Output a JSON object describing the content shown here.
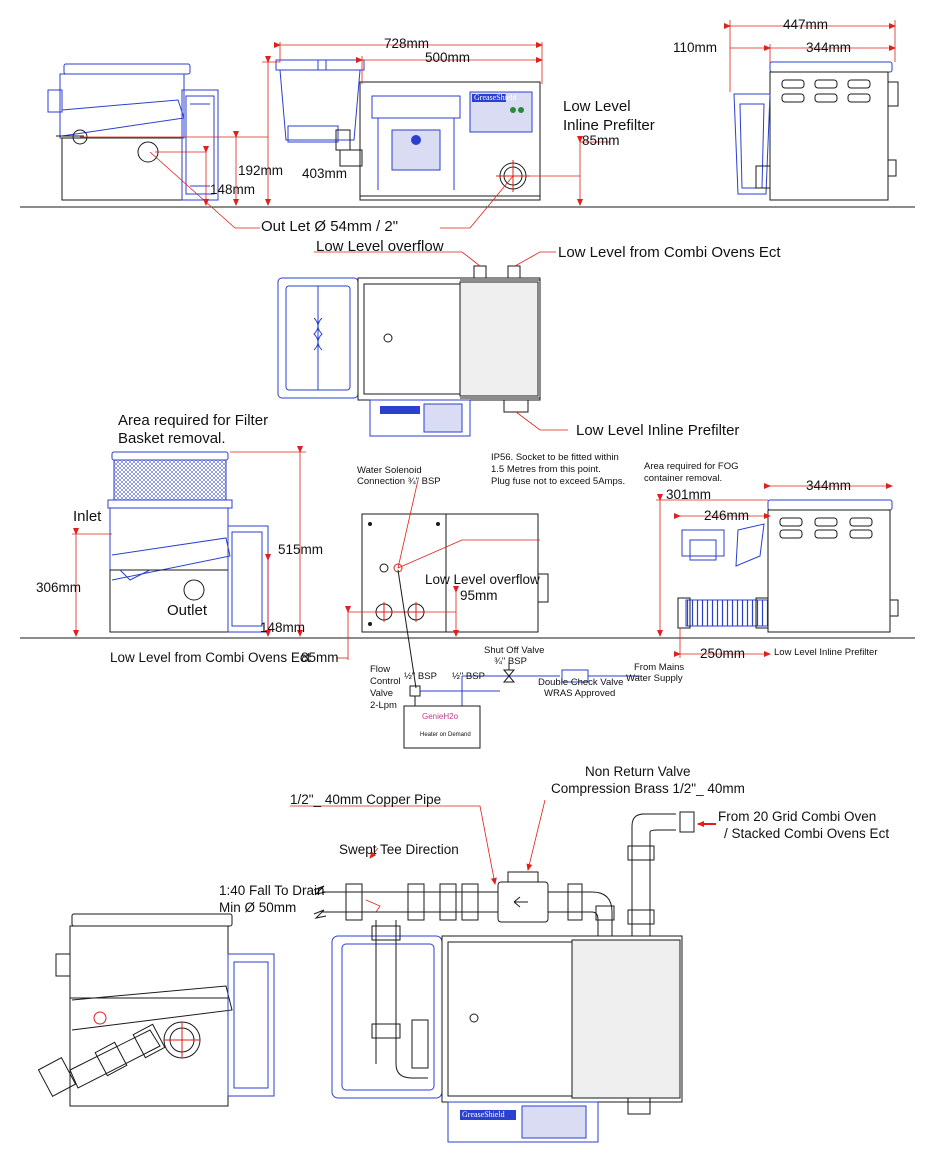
{
  "colors": {
    "ink": "#1a1a1a",
    "blue": "#2b3fd1",
    "red": "#e0201a",
    "plate": "#d9dcf2",
    "grey": "#9a9a9a"
  },
  "top": {
    "dim_728": "728mm",
    "dim_500": "500mm",
    "dim_447": "447mm",
    "dim_110": "110mm",
    "dim_344": "344mm",
    "dim_192": "192mm",
    "dim_148": "148mm",
    "dim_403": "403mm",
    "dim_85": "85mm",
    "prefilter_line1": "Low Level",
    "prefilter_line2": "Inline Prefilter",
    "outlet": "Out Let Ø  54mm / 2\"",
    "brand": "GreaseShield"
  },
  "plan": {
    "overflow": "Low Level overflow",
    "combi": "Low Level from Combi Ovens Ect",
    "prefilter": "Low Level Inline Prefilter"
  },
  "side": {
    "area_line1": "Area required for Filter",
    "area_line2": "Basket   removal.",
    "inlet": "Inlet",
    "dim_306": "306mm",
    "dim_515": "515mm",
    "outlet": "Outlet",
    "dim_148": "148mm",
    "combi": "Low Level from Combi Ovens Ect",
    "dim_85": "85mm"
  },
  "rear": {
    "solenoid_line1": "Water Solenoid",
    "solenoid_line2": "Connection ¾\" BSP",
    "ip_line1": "IP56. Socket to be fitted within",
    "ip_line2": "1.5 Metres from this point.",
    "ip_line3": "Plug fuse not to exceed 5Amps.",
    "overflow": "Low Level overflow",
    "dim_95": "95mm"
  },
  "fog": {
    "area_line1": "Area required for FOG",
    "area_line2": "container removal.",
    "dim_301": "301mm",
    "dim_344": "344mm",
    "dim_246": "246mm",
    "dim_250": "250mm",
    "prefilter": "Low Level Inline Prefilter"
  },
  "plumbing": {
    "flow_line1": "Flow",
    "flow_line2": "Control",
    "flow_line3": "Valve",
    "flow_line4": "2-Lpm",
    "bsp_half_a": "½\" BSP",
    "bsp_half_b": "½\" BSP",
    "shutoff_line1": "Shut Off Valve",
    "shutoff_line2": "¾\" BSP",
    "check_line1": "Double Check Valve",
    "check_line2": "WRAS Approved",
    "mains_line1": "From Mains",
    "mains_line2": "Water Supply",
    "heater_brand": "GenieH2o",
    "heater_caption": "Heater on Demand"
  },
  "bottom": {
    "copper": "1/2\"_ 40mm  Copper Pipe",
    "nrv_line1": "Non Return Valve",
    "nrv_line2": "Compression Brass 1/2\"_ 40mm",
    "combi_line1": "From 20 Grid Combi Oven",
    "combi_line2": "/ Stacked Combi Ovens Ect",
    "swept": "Swept Tee Direction",
    "fall_line1": "1:40 Fall To Drain",
    "fall_line2": "Min Ø 50mm",
    "brand": "GreaseShield"
  }
}
